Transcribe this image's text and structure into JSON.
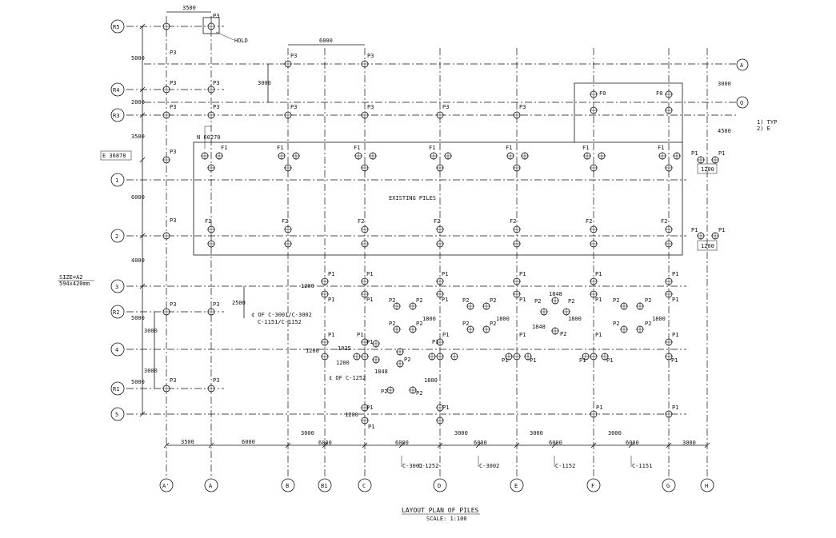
{
  "grid": {
    "cols": [
      {
        "label": "A'"
      },
      {
        "label": "A"
      },
      {
        "label": "B"
      },
      {
        "label": "B1"
      },
      {
        "label": "C"
      },
      {
        "label": "D"
      },
      {
        "label": "E"
      },
      {
        "label": "F"
      },
      {
        "label": "G"
      },
      {
        "label": "H"
      }
    ],
    "rows": [
      {
        "label": "R5"
      },
      {
        "label": "R4"
      },
      {
        "label": "R3"
      },
      {
        "label": "1"
      },
      {
        "label": "2"
      },
      {
        "label": "3"
      },
      {
        "label": "R2"
      },
      {
        "label": "4"
      },
      {
        "label": "R1"
      },
      {
        "label": "5"
      }
    ],
    "right_tags": [
      "A",
      "O"
    ]
  },
  "dims": {
    "bottom": [
      "3500",
      "6000",
      "3000",
      "6000",
      "6000",
      "3000",
      "6000",
      "3000",
      "6000",
      "3000",
      "6000",
      "3000"
    ],
    "left_outer": [
      "5000",
      "2000",
      "3500",
      "6000",
      "4000",
      "5000",
      "5000"
    ],
    "left_inner": [
      "3000",
      "3000"
    ],
    "top": [
      "3500",
      "6000"
    ],
    "misc": [
      "3000",
      "2500",
      "1200",
      "1200",
      "1200",
      "1800",
      "1800",
      "1800",
      "1800",
      "1800",
      "1848",
      "1848",
      "1848",
      "1035",
      "1200",
      "3000",
      "4500",
      "1200",
      "1200"
    ]
  },
  "labels": {
    "existing": "EXISTING PILES",
    "hold": "HOLD",
    "north_note": "N 60270",
    "east_note": "E 36878",
    "size": "SIZE=A2",
    "size2": "594x420mm",
    "typ1": "1) TYP",
    "typ2": "2) E",
    "cl1": "¢ OF C-3001/C-3002",
    "cl2": "C-1151/C-1152",
    "cl3": "¢ OF C-1252",
    "c1": "C-3001",
    "c1b": "C-1252",
    "c2": "C-3002",
    "c3": "C-1152",
    "c4": "C-1151"
  },
  "pile_types": [
    "P1",
    "P2",
    "P3",
    "F0",
    "F1",
    "F2"
  ],
  "footer": {
    "title": "LAYOUT PLAN OF PILES",
    "scale": "SCALE: 1:100"
  }
}
